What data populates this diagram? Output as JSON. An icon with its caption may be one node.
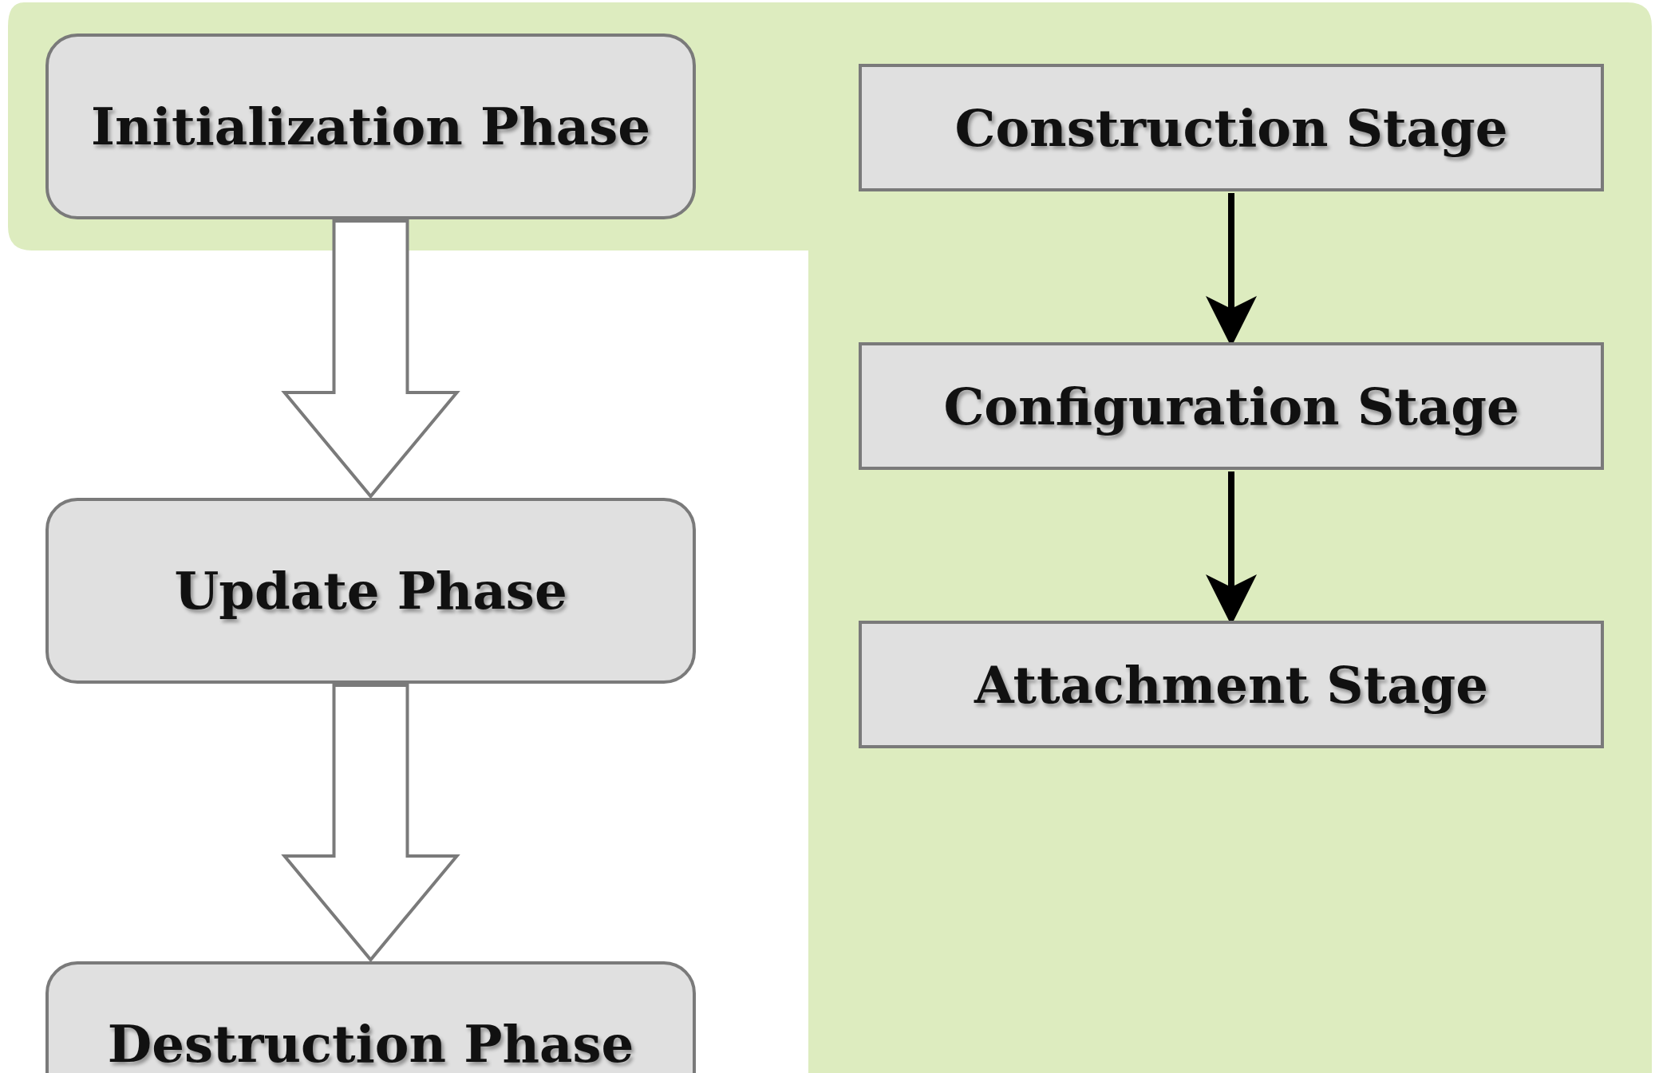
{
  "diagram": {
    "nodes": [
      {
        "text": [
          "Initialization Phase"
        ]
      },
      {
        "text": [
          "Update Phase"
        ]
      },
      {
        "text": [
          "Destruction Phase"
        ]
      },
      {
        "text": [
          "Construction Stage"
        ]
      },
      {
        "text": [
          "Configuration Stage"
        ]
      },
      {
        "text": [
          "Attachment Stage"
        ]
      }
    ],
    "edges": [
      {
        "from": 0,
        "to": 1,
        "arrow": "to",
        "style": "thick"
      },
      {
        "from": 1,
        "to": 2,
        "arrow": "to",
        "style": "thick"
      },
      {
        "from": 3,
        "to": 4,
        "arrow": "to"
      },
      {
        "from": 4,
        "to": 5,
        "arrow": "to"
      }
    ]
  }
}
